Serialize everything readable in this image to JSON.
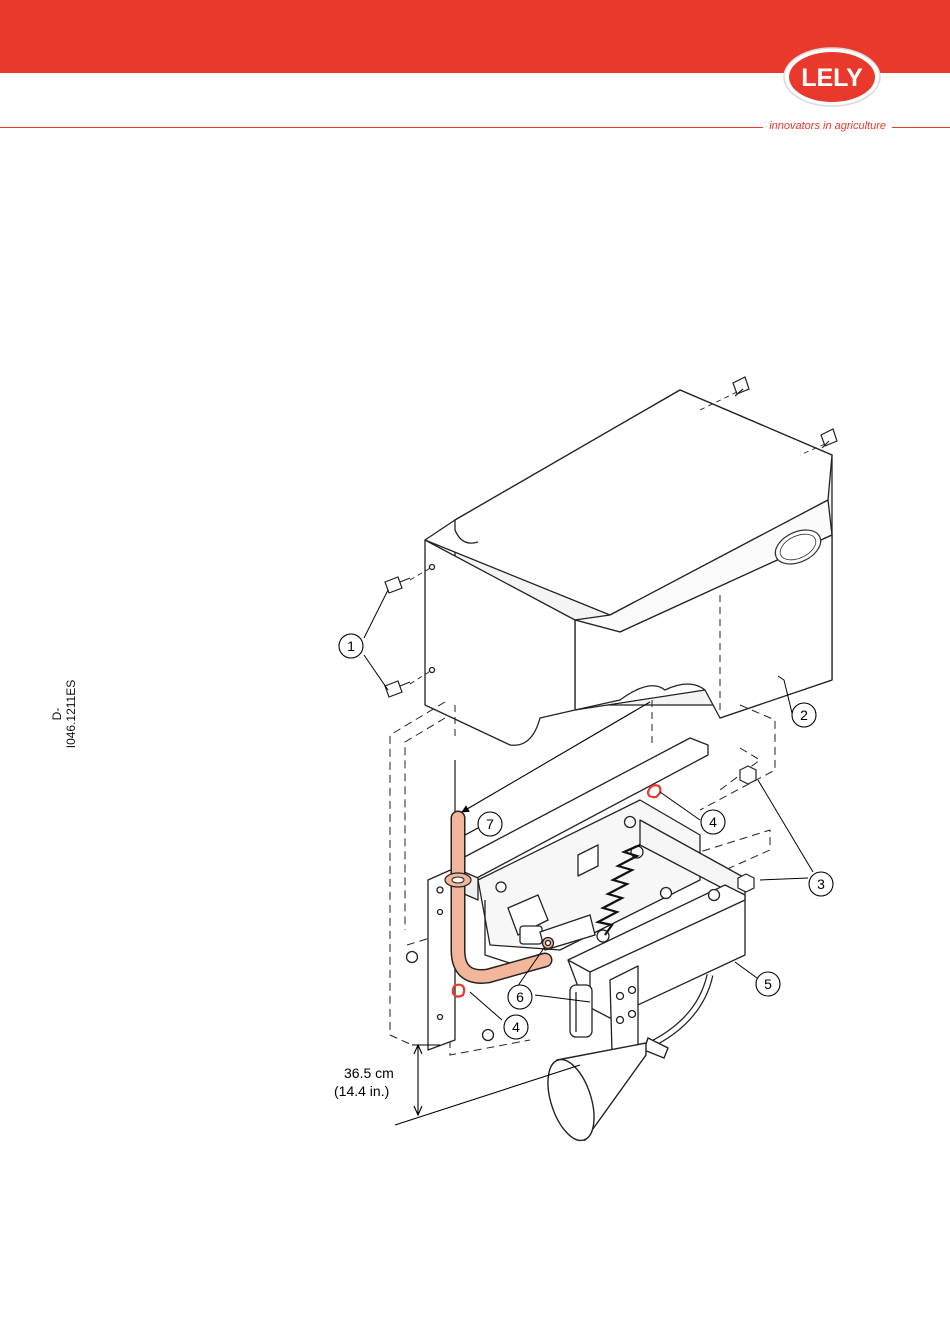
{
  "header": {
    "brand": "LELY",
    "tagline": "innovators in agriculture",
    "colors": {
      "brand_red": "#e8392c",
      "hose": "#f2b79a",
      "clamp": "#e8392c"
    }
  },
  "doc_id": "D-I046.1211ES",
  "diagram": {
    "callouts": [
      {
        "number": "1"
      },
      {
        "number": "2"
      },
      {
        "number": "3"
      },
      {
        "number": "4"
      },
      {
        "number": "4"
      },
      {
        "number": "5"
      },
      {
        "number": "6"
      },
      {
        "number": "7"
      }
    ],
    "dimension": {
      "metric": "36.5 cm",
      "imperial": "(14.4 in.)"
    }
  }
}
